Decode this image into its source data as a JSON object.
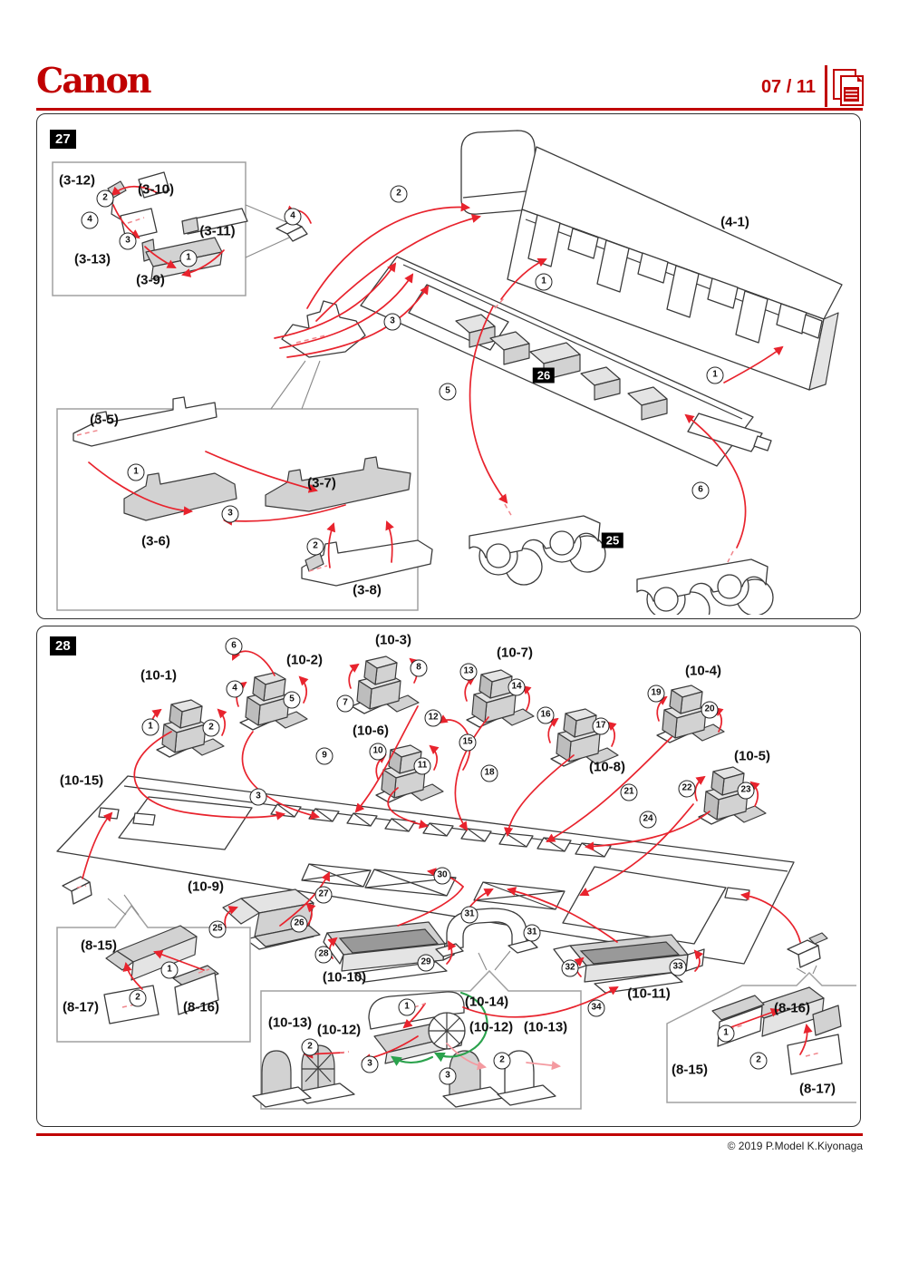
{
  "header": {
    "brand": "Canon",
    "page_indicator": "07 / 11"
  },
  "steps": {
    "step27": "27",
    "step28": "28"
  },
  "chips": {
    "part25": "25",
    "part26": "26"
  },
  "nums": {
    "1": "1",
    "2": "2",
    "3": "3",
    "4": "4",
    "5": "5",
    "6": "6",
    "7": "7",
    "8": "8",
    "9": "9",
    "10": "10",
    "11": "11",
    "12": "12",
    "13": "13",
    "14": "14",
    "15": "15",
    "16": "16",
    "17": "17",
    "18": "18",
    "19": "19",
    "20": "20",
    "21": "21",
    "22": "22",
    "23": "23",
    "24": "24",
    "25": "25",
    "26": "26",
    "27": "27",
    "28": "28",
    "29": "29",
    "30": "30",
    "31": "31",
    "32": "32",
    "33": "33",
    "34": "34"
  },
  "parts": {
    "3-5": "(3-5)",
    "3-6": "(3-6)",
    "3-7": "(3-7)",
    "3-8": "(3-8)",
    "3-9": "(3-9)",
    "3-10": "(3-10)",
    "3-11": "(3-11)",
    "3-12": "(3-12)",
    "3-13": "(3-13)",
    "4-1": "(4-1)",
    "10-1": "(10-1)",
    "10-2": "(10-2)",
    "10-3": "(10-3)",
    "10-4": "(10-4)",
    "10-5": "(10-5)",
    "10-6": "(10-6)",
    "10-7": "(10-7)",
    "10-8": "(10-8)",
    "10-9": "(10-9)",
    "10-10": "(10-10)",
    "10-11": "(10-11)",
    "10-12": "(10-12)",
    "10-13": "(10-13)",
    "10-14": "(10-14)",
    "10-15": "(10-15)",
    "8-15": "(8-15)",
    "8-16": "(8-16)",
    "8-17": "(8-17)"
  },
  "footer": {
    "copyright": "© 2019 P.Model K.Kiyonaga"
  },
  "colors": {
    "canon_red": "#c00000",
    "arrow_red": "#e8232d",
    "arrow_green": "#2aa24c"
  }
}
